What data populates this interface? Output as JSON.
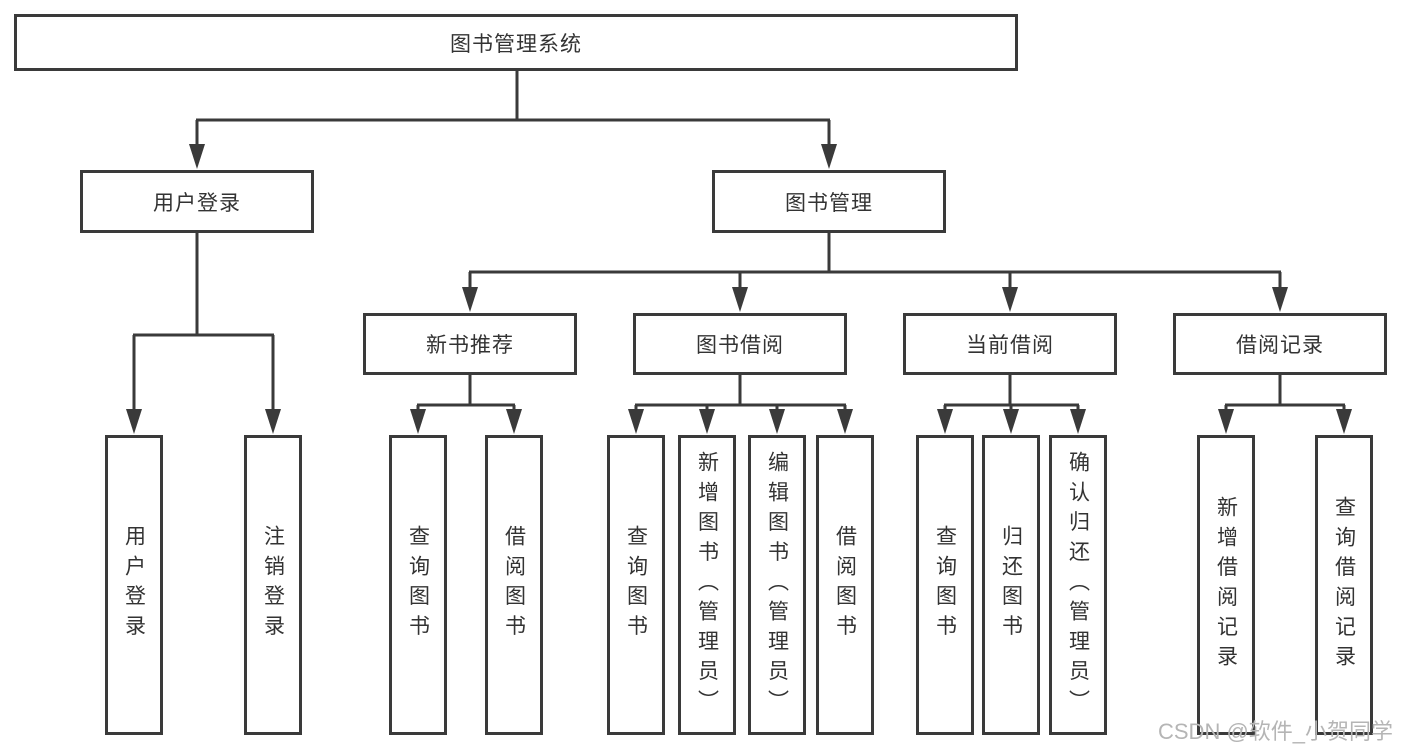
{
  "colors": {
    "line": "#3a3a3a",
    "box_border": "#3a3a3a",
    "text": "#333333",
    "background": "#ffffff",
    "watermark": "#b5b5b5"
  },
  "watermark": "CSDN @软件_小贺同学",
  "tree": {
    "root": "图书管理系统",
    "branches": [
      {
        "label": "用户登录",
        "children": [
          "用户登录",
          "注销登录"
        ]
      },
      {
        "label": "图书管理",
        "groups": [
          {
            "label": "新书推荐",
            "children": [
              "查询图书",
              "借阅图书"
            ]
          },
          {
            "label": "图书借阅",
            "children": [
              "查询图书",
              "新增图书（管理员）",
              "编辑图书（管理员）",
              "借阅图书"
            ]
          },
          {
            "label": "当前借阅",
            "children": [
              "查询图书",
              "归还图书",
              "确认归还（管理员）"
            ]
          },
          {
            "label": "借阅记录",
            "children": [
              "新增借阅记录",
              "查询借阅记录"
            ]
          }
        ]
      }
    ]
  }
}
